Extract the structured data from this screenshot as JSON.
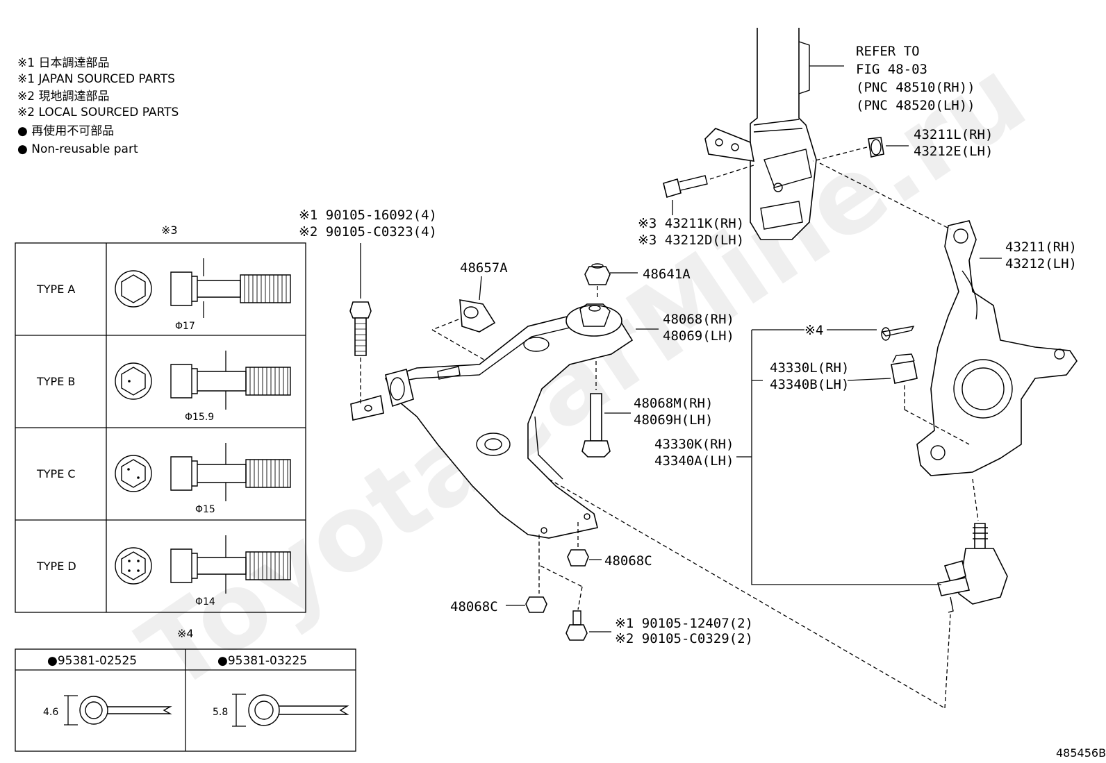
{
  "legend": {
    "l1": "※1 日本調達部品",
    "l2": "※1 JAPAN SOURCED PARTS",
    "l3": "※2 現地調達部品",
    "l4": "※2 LOCAL SOURCED PARTS",
    "l5": "● 再使用不可部品",
    "l6": "● Non-reusable part"
  },
  "watermark": "ToyotaCarMine.ru",
  "refer": {
    "line1": "REFER TO",
    "line2": "FIG 48-03",
    "line3": "(PNC 48510(RH))",
    "line4": "(PNC 48520(LH))"
  },
  "parts": {
    "p43211L": "43211L(RH)",
    "p43212E": "43212E(LH)",
    "p43211K": "※3 43211K(RH)",
    "p43212D": "※3 43212D(LH)",
    "p43211": "43211(RH)",
    "p43212": "43212(LH)",
    "p48657A": "48657A",
    "p48641A": "48641A",
    "p48068": "48068(RH)",
    "p48069": "48069(LH)",
    "p48068M": "48068M(RH)",
    "p48069H": "48069H(LH)",
    "p4": "※4",
    "p43330L": "43330L(RH)",
    "p43340B": "43340B(LH)",
    "p43330K": "43330K(RH)",
    "p43340A": "43340A(LH)",
    "p48068C_a": "48068C",
    "p48068C_b": "48068C",
    "b1a": "※1 90105-16092(4)",
    "b1b": "※2 90105-C0323(4)",
    "b2a": "※1 90105-12407(2)",
    "b2b": "※2 90105-C0329(2)"
  },
  "table3": {
    "header": "※3",
    "rows": [
      {
        "type": "TYPE  A",
        "dia": "Φ17"
      },
      {
        "type": "TYPE  B",
        "dia": "Φ15.9"
      },
      {
        "type": "TYPE  C",
        "dia": "Φ15"
      },
      {
        "type": "TYPE  D",
        "dia": "Φ14"
      }
    ]
  },
  "table4": {
    "header": "※4",
    "c1": "●95381-02525",
    "c2": "●95381-03225",
    "d1": "4.6",
    "d2": "5.8"
  },
  "figure_id": "485456B"
}
